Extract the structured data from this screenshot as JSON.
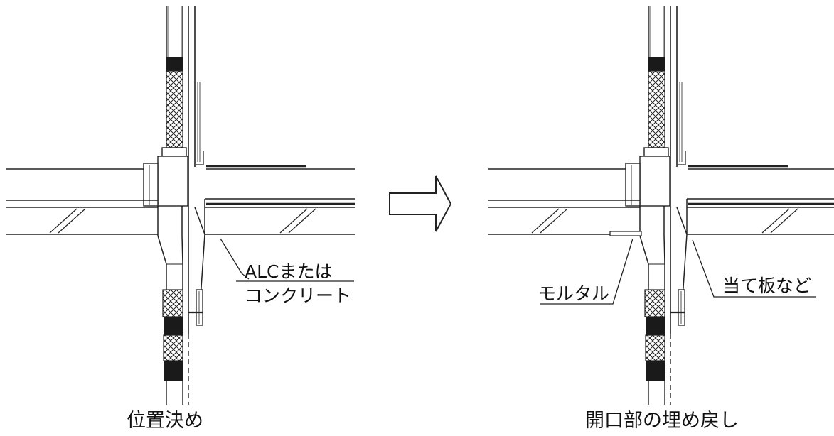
{
  "left_panel": {
    "callout_line1": "ALCまたは",
    "callout_line2": "コンクリート",
    "caption": "位置決め"
  },
  "right_panel": {
    "callout_mortar": "モルタル",
    "callout_backing": "当て板など",
    "caption": "開口部の埋め戻し"
  },
  "colors": {
    "line": "#222222",
    "fill_dark": "#1a1a1a",
    "background": "#ffffff"
  }
}
